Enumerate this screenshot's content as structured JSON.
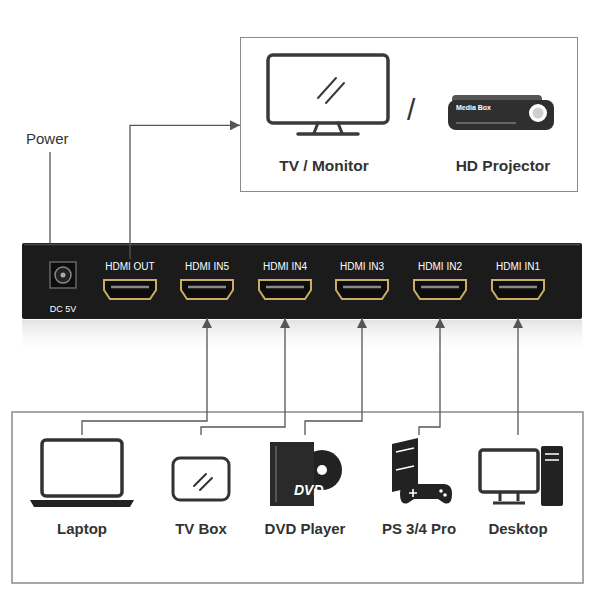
{
  "diagram": {
    "nodes": [
      {
        "text": [
          "/"
        ]
      },
      {
        "text": [
          "TV / Monitor"
        ],
        "in": 0
      },
      {
        "text": [
          "HD Projector"
        ],
        "in": 0
      },
      {
        "text": [
          "DC 5V"
        ]
      },
      {
        "text": [
          "HDMI OUT"
        ]
      },
      {
        "text": [
          "HDMI IN5"
        ]
      },
      {
        "text": [
          "HDMI IN4"
        ]
      },
      {
        "text": [
          "HDMI IN3"
        ]
      },
      {
        "text": [
          "HDMI IN2"
        ]
      },
      {
        "text": [
          "HDMI IN1"
        ]
      },
      {
        "text": [
          "Laptop"
        ]
      },
      {
        "text": [
          "TV Box"
        ]
      },
      {
        "text": [
          "DVD Player"
        ]
      },
      {
        "text": [
          "PS 3/4 Pro"
        ]
      },
      {
        "text": [
          "Desktop"
        ]
      }
    ],
    "edges": [
      {
        "from": 4,
        "to": 0,
        "arrow": "to"
      },
      {
        "from": 10,
        "to": 5,
        "arrow": "to"
      },
      {
        "from": 11,
        "to": 6,
        "arrow": "to"
      },
      {
        "from": 12,
        "to": 7,
        "arrow": "to"
      },
      {
        "from": 13,
        "to": 8,
        "arrow": "to"
      },
      {
        "from": 14,
        "to": 9,
        "arrow": "to"
      }
    ],
    "labels": [
      "Power",
      "Media Box",
      "DVD"
    ]
  }
}
